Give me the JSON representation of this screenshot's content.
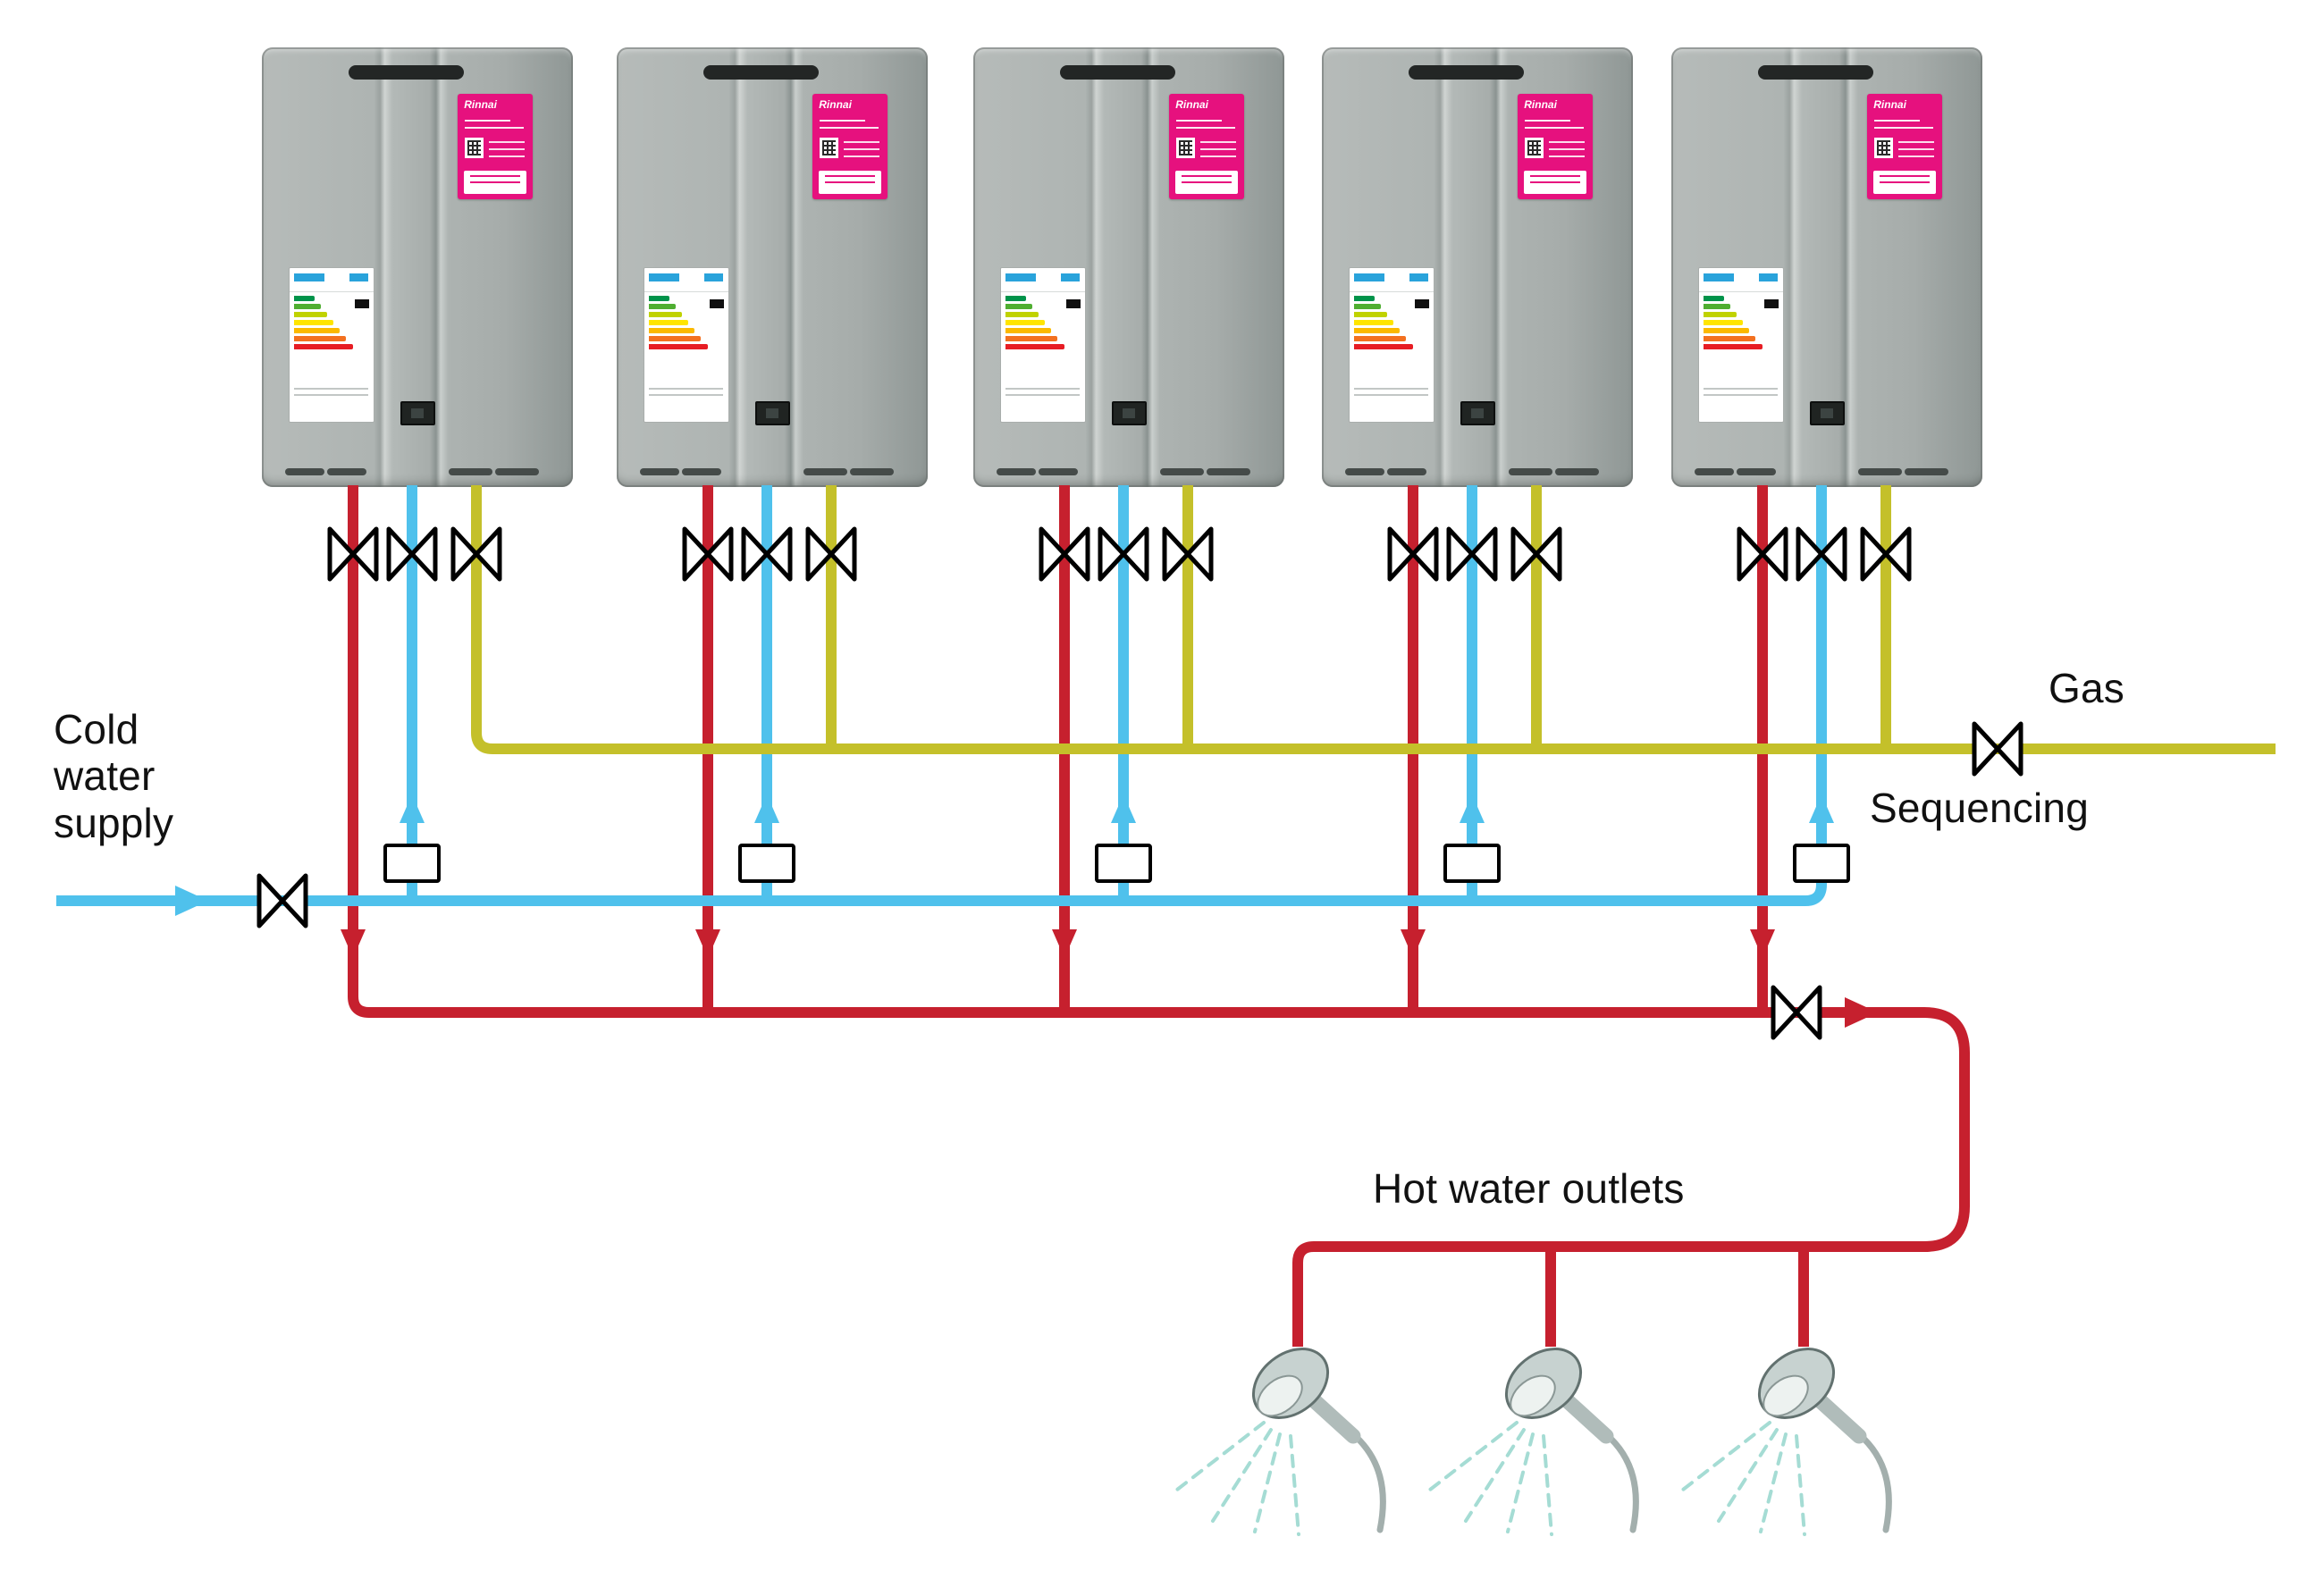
{
  "labels": {
    "cold_water_supply": "Cold\nwater\nsupply",
    "gas": "Gas",
    "sequencing": "Sequencing",
    "hot_water_outlets": "Hot water outlets"
  },
  "units": {
    "count": 5,
    "brand": "Rinnai",
    "valves_per_unit": 3
  },
  "sequencing_controllers": {
    "count": 5
  },
  "hot_water_outlets": {
    "shower_count": 3
  },
  "colors": {
    "hot_water_pipe": "#c6202e",
    "cold_water_pipe": "#4fc1ec",
    "gas_pipe": "#c4c02a",
    "brand_label": "#e6117e",
    "spray": "#a5dcd4",
    "text": "#111111"
  }
}
